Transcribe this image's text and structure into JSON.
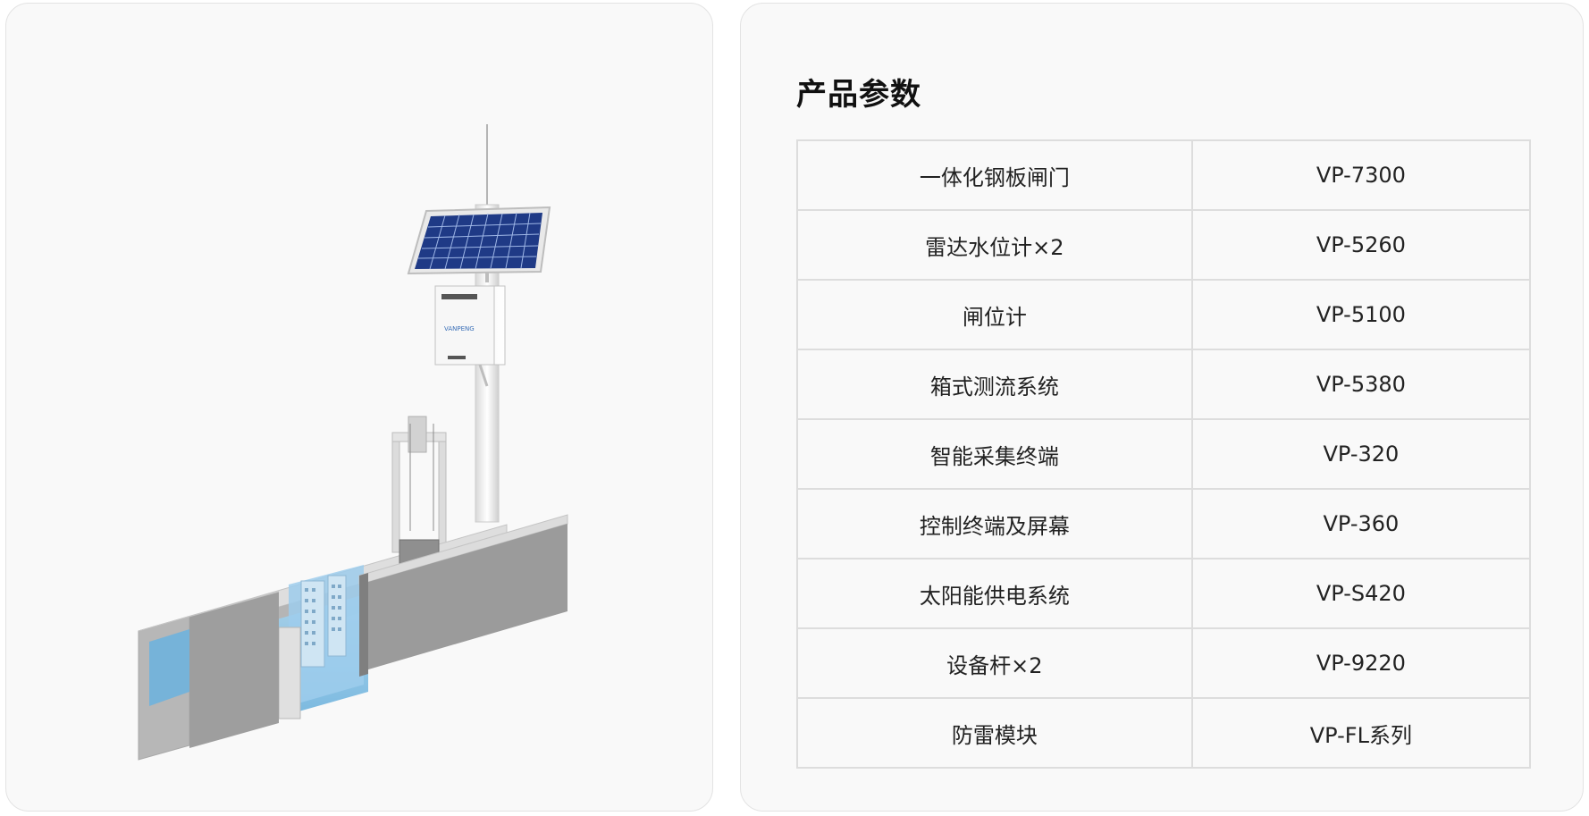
{
  "illustration": {
    "name": "integrated-steel-gate-system",
    "enclosure_text": "VANPENG",
    "colors": {
      "concrete": "#a0a0a0",
      "concrete_top": "#d6d6d6",
      "water": "#6fb3dd",
      "panel": "#1f3a86",
      "pole": "#eeeeee"
    }
  },
  "params": {
    "title": "产品参数",
    "rows": [
      {
        "name": "一体化钢板闸门",
        "model": "VP-7300"
      },
      {
        "name": "雷达水位计×2",
        "model": "VP-5260"
      },
      {
        "name": "闸位计",
        "model": "VP-5100"
      },
      {
        "name": "箱式测流系统",
        "model": "VP-5380"
      },
      {
        "name": "智能采集终端",
        "model": "VP-320"
      },
      {
        "name": "控制终端及屏幕",
        "model": "VP-360"
      },
      {
        "name": "太阳能供电系统",
        "model": "VP-S420"
      },
      {
        "name": "设备杆×2",
        "model": "VP-9220"
      },
      {
        "name": "防雷模块",
        "model": "VP-FL系列"
      }
    ]
  }
}
